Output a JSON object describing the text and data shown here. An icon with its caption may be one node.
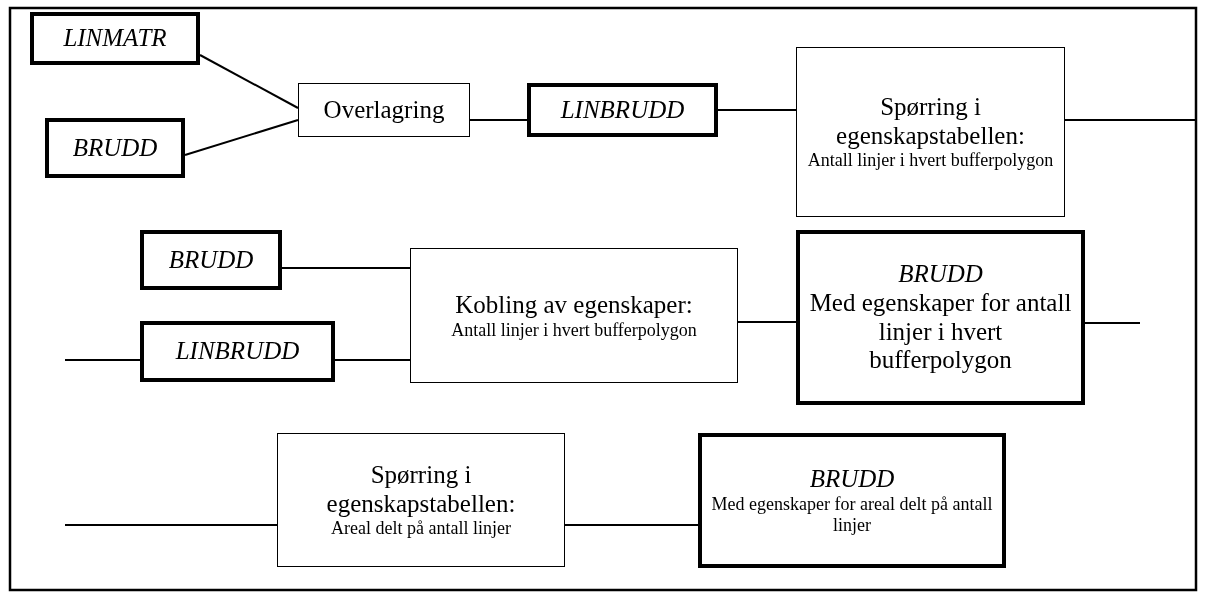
{
  "diagram": {
    "nodes": [
      {
        "text": [
          "LINMATR"
        ]
      },
      {
        "text": [
          "BRUDD"
        ]
      },
      {
        "text": [
          "Overlagring"
        ]
      },
      {
        "text": [
          "LINBRUDD"
        ]
      },
      {
        "text": [
          "Spørring i egenskapstabellen:",
          "Antall linjer i hvert bufferpolygon"
        ]
      },
      {
        "text": [
          "BRUDD"
        ]
      },
      {
        "text": [
          "LINBRUDD"
        ]
      },
      {
        "text": [
          "Kobling av egenskaper:",
          "Antall linjer i hvert bufferpolygon"
        ]
      },
      {
        "text": [
          "BRUDD",
          "Med egenskaper for antall linjer i hvert bufferpolygon"
        ]
      },
      {
        "text": [
          "Spørring i egenskapstabellen:",
          "Areal delt på antall linjer"
        ]
      },
      {
        "text": [
          "BRUDD",
          "Med egenskaper for areal delt på antall linjer"
        ]
      }
    ],
    "edges": [
      {
        "from": 0,
        "to": 2,
        "arrow": "none"
      },
      {
        "from": 1,
        "to": 2,
        "arrow": "none"
      },
      {
        "from": 2,
        "to": 3,
        "arrow": "none"
      },
      {
        "from": 3,
        "to": 4,
        "arrow": "none"
      },
      {
        "from": 4,
        "to": null,
        "arrow": "none"
      },
      {
        "from": 5,
        "to": 7,
        "arrow": "none"
      },
      {
        "from": null,
        "to": 6,
        "arrow": "none"
      },
      {
        "from": 6,
        "to": 7,
        "arrow": "none"
      },
      {
        "from": 7,
        "to": 8,
        "arrow": "none"
      },
      {
        "from": 8,
        "to": null,
        "arrow": "none"
      },
      {
        "from": null,
        "to": 9,
        "arrow": "none"
      },
      {
        "from": 9,
        "to": 10,
        "arrow": "none"
      }
    ]
  }
}
